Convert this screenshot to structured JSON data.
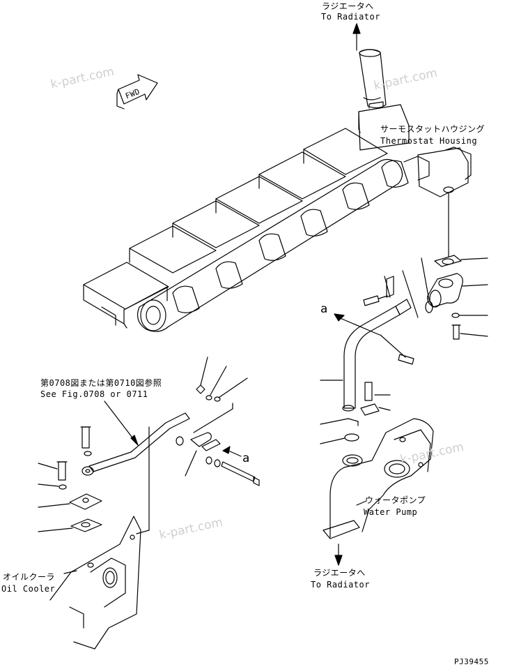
{
  "labels": {
    "to_radiator_top_jp": "ラジエータへ",
    "to_radiator_top_en": "To Radiator",
    "thermostat_jp": "サーモスタットハウジング",
    "thermostat_en": "Thermostat Housing",
    "fwd": "FWD",
    "arrow_a_right": "a",
    "arrow_a_left": "a",
    "see_fig_jp": "第0708図または第0710図参照",
    "see_fig_en": "See Fig.0708 or 0711",
    "water_pump_jp": "ウォータポンプ",
    "water_pump_en": "Water Pump",
    "to_radiator_bottom_jp": "ラジエータへ",
    "to_radiator_bottom_en": "To Radiator",
    "oil_cooler_jp": "オイルクーラ",
    "oil_cooler_en": "Oil Cooler",
    "drawing_number": "PJ39455"
  },
  "watermarks": [
    "k-part.com",
    "k-part.com",
    "k-part.com",
    "k-part.com"
  ]
}
